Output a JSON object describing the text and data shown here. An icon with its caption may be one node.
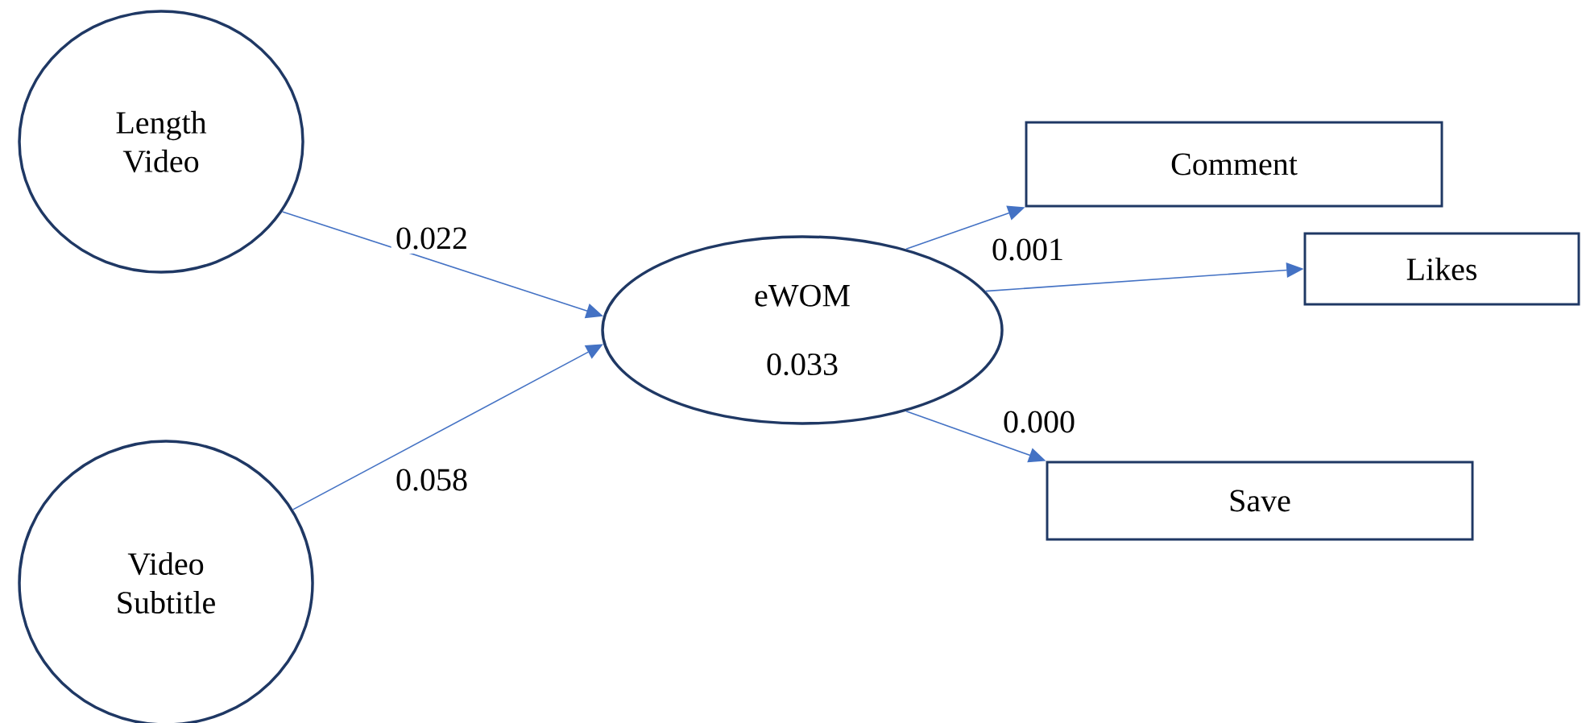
{
  "diagram": {
    "nodes": [
      {
        "text": [
          "Length Video"
        ]
      },
      {
        "text": [
          "Video Subtitle"
        ]
      },
      {
        "text": [
          "eWOM",
          "0.033"
        ]
      },
      {
        "text": [
          "Comment"
        ]
      },
      {
        "text": [
          "Likes"
        ]
      },
      {
        "text": [
          "Save"
        ]
      }
    ],
    "edges": [
      {
        "from": 0,
        "to": 2,
        "arrow": "to",
        "label": "0.022"
      },
      {
        "from": 1,
        "to": 2,
        "arrow": "to",
        "label": "0.058"
      },
      {
        "from": 2,
        "to": 3,
        "arrow": "to"
      },
      {
        "from": 2,
        "to": 4,
        "arrow": "to",
        "label": "0.001"
      },
      {
        "from": 2,
        "to": 5,
        "arrow": "to",
        "label": "0.000"
      }
    ]
  }
}
